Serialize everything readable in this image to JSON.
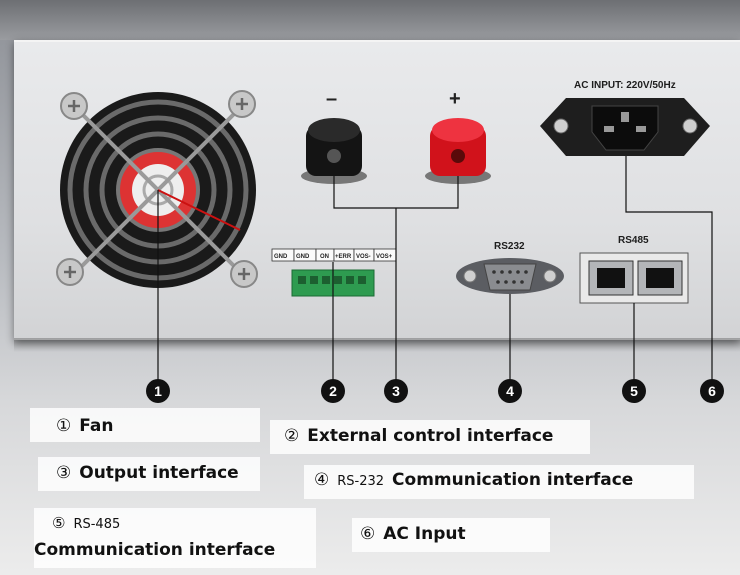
{
  "panel": {
    "ac_input_label": "AC INPUT: 220V/50Hz",
    "minus_symbol": "–",
    "plus_symbol": "+",
    "rs232_label": "RS232",
    "rs485_label": "RS485",
    "terminal_labels": [
      "GND",
      "GND",
      "ON",
      "+ERR",
      "VOS-",
      "VOS+"
    ]
  },
  "callouts": [
    "1",
    "2",
    "3",
    "4",
    "5",
    "6"
  ],
  "legend": {
    "l1": {
      "mark": "①",
      "text": "Fan"
    },
    "l2": {
      "mark": "②",
      "text": "External control interface"
    },
    "l3": {
      "mark": "③",
      "text": "Output interface"
    },
    "l4": {
      "mark": "④",
      "prefix": "RS-232",
      "text": "Communication interface"
    },
    "l5": {
      "mark": "⑤",
      "prefix": "RS-485",
      "text": "Communication interface"
    },
    "l6": {
      "mark": "⑥",
      "text": "AC Input"
    }
  }
}
